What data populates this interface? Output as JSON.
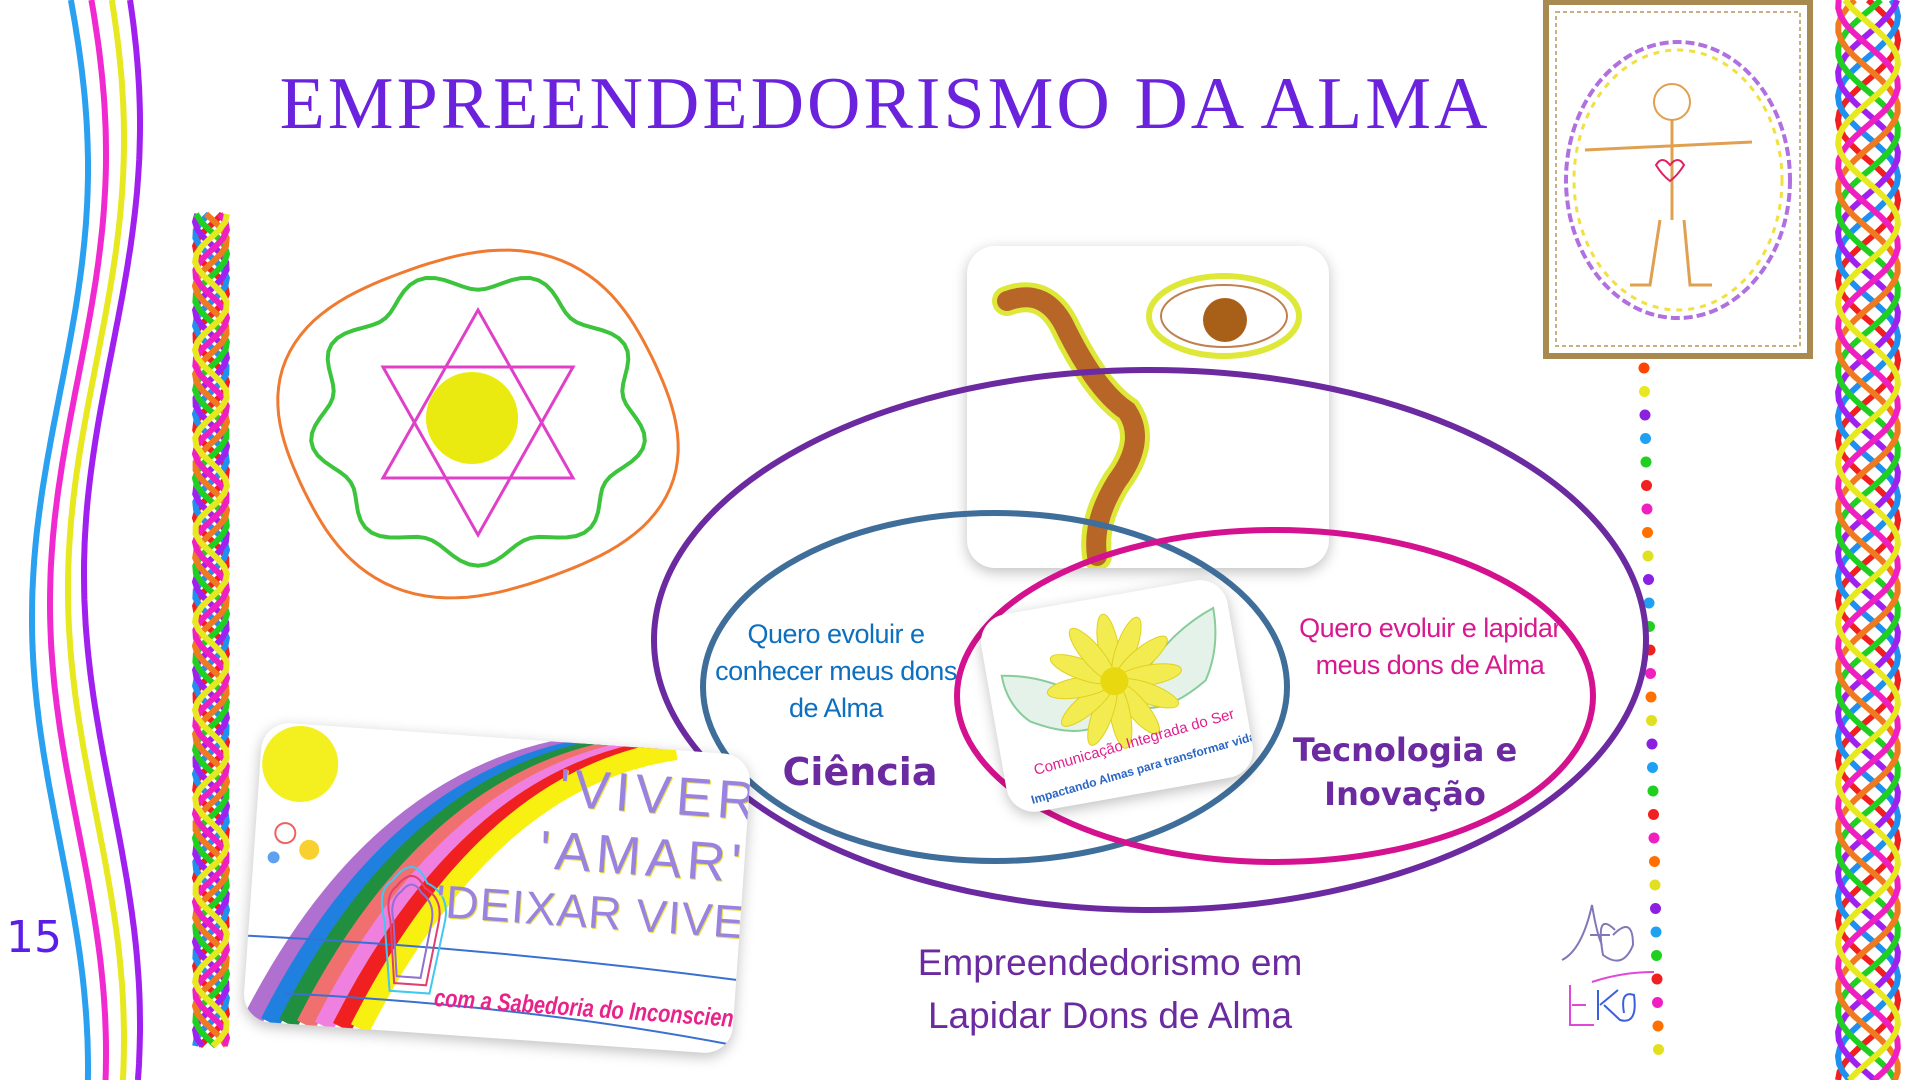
{
  "title": "EMPREENDEDORISMO DA ALMA",
  "page_number": "15",
  "venn": {
    "left_text": "Quero evoluir e conhecer meus dons de Alma",
    "left_label": "Ciência",
    "right_text": "Quero evoluir e lapidar meus dons de Alma",
    "right_label_line1": "Tecnologia e",
    "right_label_line2": "Inovação"
  },
  "logo": {
    "line1": "Comunicação Integrada do Ser",
    "line2": "Impactando Almas para transformar vidas."
  },
  "rainbow_card": {
    "line1": "'VIVER'",
    "line2": "'AMAR'",
    "line3": "'DEIXAR VIVER'",
    "caption": "com a Sabedoria do Inconsciente"
  },
  "bottom_text": {
    "line1": "Empreendedorismo em",
    "line2": "Lapidar Dons de Alma"
  },
  "signature": "ACB EKB",
  "colors": {
    "title": "#6a22dd",
    "ellipse": "#6b2aa0",
    "blue_circle": "#3f6e9a",
    "pink_circle": "#d4118e",
    "dots": [
      "#ff4400",
      "#e8e820",
      "#8a20e0",
      "#20a0f0",
      "#20d020",
      "#f02020",
      "#f020c0",
      "#ff7000",
      "#e0e020",
      "#8a20e0",
      "#20a0f0",
      "#20d020",
      "#f02020",
      "#f020c0",
      "#ff7000",
      "#e0e020",
      "#8a20e0",
      "#20a0f0",
      "#20d020",
      "#f02020",
      "#f020c0",
      "#ff7000",
      "#e0e020",
      "#8a20e0",
      "#20a0f0",
      "#20d020",
      "#f02020",
      "#f020c0",
      "#ff7000",
      "#e0e020"
    ]
  }
}
